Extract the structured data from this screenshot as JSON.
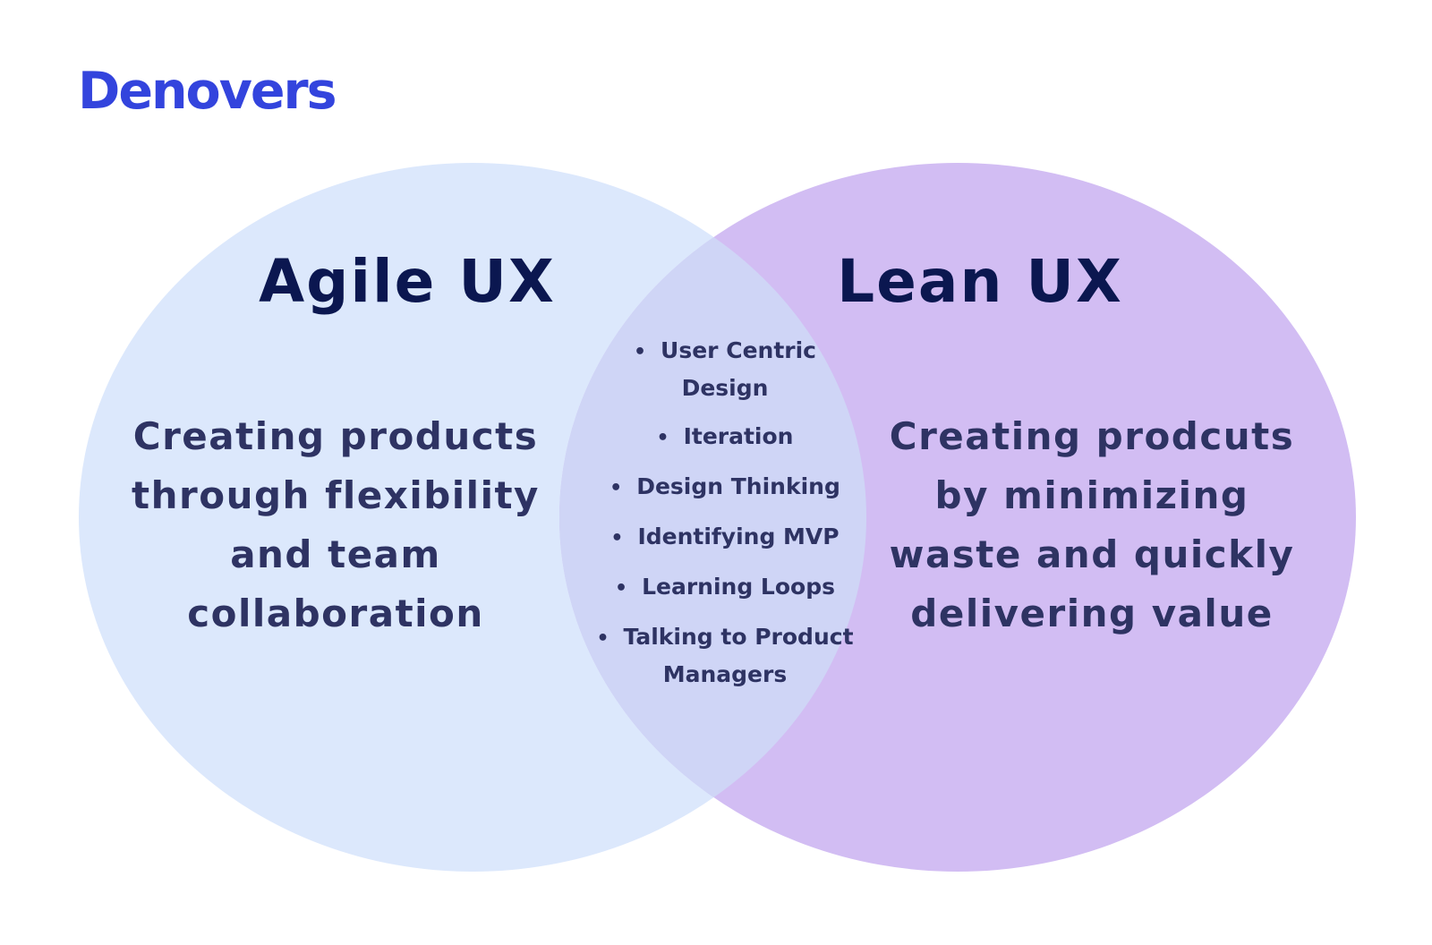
{
  "brand": {
    "name": "Denovers",
    "color": "#3344dd"
  },
  "colors": {
    "left_circle": "#dce8fc",
    "right_circle": "#d2bdf3",
    "overlap": "#cfd5f6",
    "title_text": "#0b1750",
    "body_text": "#2e3363"
  },
  "diagram": {
    "left": {
      "title": "Agile UX",
      "description": "Creating products through flexibility and team collaboration"
    },
    "right": {
      "title": "Lean UX",
      "description": "Creating prodcuts by minimizing waste and quickly delivering value"
    },
    "shared_items": [
      "User Centric Design",
      "Iteration",
      "Design Thinking",
      "Identifying MVP",
      "Learning Loops",
      "Talking to Product Managers"
    ]
  }
}
